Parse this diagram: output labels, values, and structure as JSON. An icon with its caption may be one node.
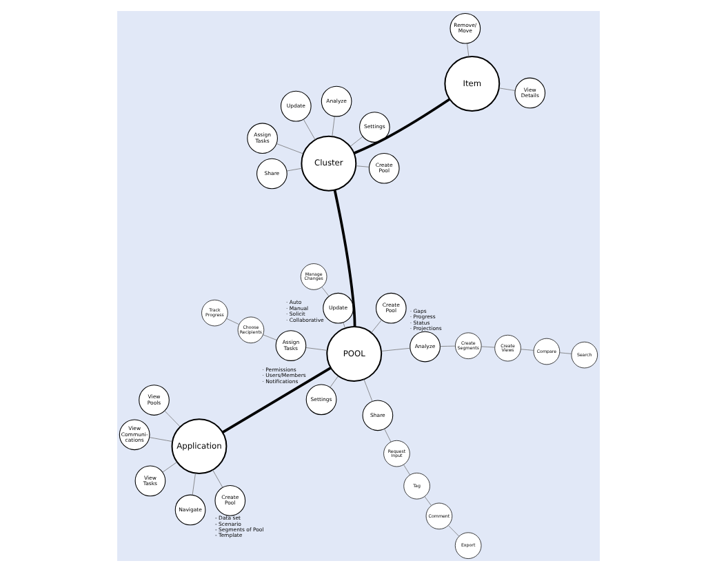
{
  "diagram": {
    "nodes": [
      {
        "text": [
          "Application"
        ]
      },
      {
        "text": [
          "Create Pool"
        ],
        "beside": [
          "- Data set",
          "- Scenario",
          "- Segments of Pool",
          "- Template"
        ]
      },
      {
        "text": [
          "View Tasks"
        ]
      },
      {
        "text": [
          "Navigate"
        ]
      },
      {
        "text": [
          "View Pools"
        ]
      },
      {
        "text": [
          "View Communi- cations"
        ]
      },
      {
        "text": [
          "POOL"
        ]
      },
      {
        "text": [
          "Track Progress"
        ]
      },
      {
        "text": [
          "Choose Recipients"
        ]
      },
      {
        "text": [
          "Assign Tasks"
        ]
      },
      {
        "text": [
          "Manage Changes"
        ]
      },
      {
        "text": [
          "Update"
        ],
        "beside": [
          "· Auto",
          "· Manual",
          "· Solicit",
          "· Collaborative"
        ]
      },
      {
        "text": [
          "Create Pool"
        ]
      },
      {
        "text": [
          "Share"
        ]
      },
      {
        "text": [
          "Request Input"
        ]
      },
      {
        "text": [
          "Tag"
        ]
      },
      {
        "text": [
          "Comment"
        ]
      },
      {
        "text": [
          "Export"
        ]
      },
      {
        "text": [
          "Settings"
        ],
        "beside": [
          "· Permissions",
          "· Users/Members",
          "· Notifications"
        ]
      },
      {
        "text": [
          "Analyze"
        ],
        "beside": [
          "· Gaps",
          "· Progress",
          "· Status",
          "· Projections"
        ]
      },
      {
        "text": [
          "Create Segments"
        ]
      },
      {
        "text": [
          "Create Views"
        ]
      },
      {
        "text": [
          "Compare"
        ]
      },
      {
        "text": [
          "Search"
        ]
      },
      {
        "text": [
          "Cluster"
        ]
      },
      {
        "text": [
          "Assign Tasks"
        ]
      },
      {
        "text": [
          "Update"
        ]
      },
      {
        "text": [
          "Create Pool"
        ]
      },
      {
        "text": [
          "Share"
        ]
      },
      {
        "text": [
          "Analyze"
        ]
      },
      {
        "text": [
          "Settings"
        ]
      },
      {
        "text": [
          "Item"
        ]
      },
      {
        "text": [
          "Remove/ Move"
        ]
      },
      {
        "text": [
          "View Details"
        ]
      }
    ],
    "edges": [
      {
        "from": 0,
        "to": 1,
        "arrow": "none"
      },
      {
        "from": 0,
        "to": 2,
        "arrow": "none"
      },
      {
        "from": 0,
        "to": 3,
        "arrow": "none"
      },
      {
        "from": 0,
        "to": 4,
        "arrow": "none"
      },
      {
        "from": 0,
        "to": 5,
        "arrow": "none"
      },
      {
        "from": 0,
        "to": 6,
        "arrow": "none",
        "style": "thick",
        "color": "#000000"
      },
      {
        "from": 6,
        "to": 9,
        "arrow": "none"
      },
      {
        "from": 9,
        "to": 8,
        "arrow": "none"
      },
      {
        "from": 8,
        "to": 7,
        "arrow": "none"
      },
      {
        "from": 6,
        "to": 11,
        "arrow": "none"
      },
      {
        "from": 11,
        "to": 10,
        "arrow": "none"
      },
      {
        "from": 6,
        "to": 12,
        "arrow": "none"
      },
      {
        "from": 6,
        "to": 13,
        "arrow": "none"
      },
      {
        "from": 13,
        "to": 14,
        "arrow": "none"
      },
      {
        "from": 14,
        "to": 15,
        "arrow": "none"
      },
      {
        "from": 15,
        "to": 16,
        "arrow": "none"
      },
      {
        "from": 16,
        "to": 17,
        "arrow": "none"
      },
      {
        "from": 6,
        "to": 18,
        "arrow": "none"
      },
      {
        "from": 6,
        "to": 19,
        "arrow": "none"
      },
      {
        "from": 19,
        "to": 20,
        "arrow": "none"
      },
      {
        "from": 20,
        "to": 21,
        "arrow": "none"
      },
      {
        "from": 21,
        "to": 22,
        "arrow": "none"
      },
      {
        "from": 22,
        "to": 23,
        "arrow": "none"
      },
      {
        "from": 6,
        "to": 24,
        "arrow": "none",
        "style": "thick",
        "color": "#000000"
      },
      {
        "from": 24,
        "to": 25,
        "arrow": "none"
      },
      {
        "from": 24,
        "to": 26,
        "arrow": "none"
      },
      {
        "from": 24,
        "to": 27,
        "arrow": "none"
      },
      {
        "from": 24,
        "to": 28,
        "arrow": "none"
      },
      {
        "from": 24,
        "to": 29,
        "arrow": "none"
      },
      {
        "from": 24,
        "to": 30,
        "arrow": "none"
      },
      {
        "from": 24,
        "to": 31,
        "arrow": "none",
        "style": "thick",
        "color": "#000000"
      },
      {
        "from": 31,
        "to": 32,
        "arrow": "none"
      },
      {
        "from": 31,
        "to": 33,
        "arrow": "none"
      }
    ]
  }
}
